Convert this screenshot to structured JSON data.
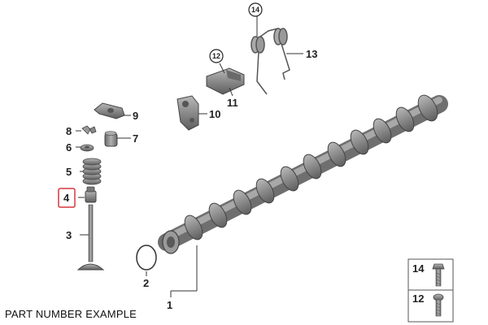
{
  "caption": "PART NUMBER EXAMPLE",
  "callouts": {
    "c1": "1",
    "c2": "2",
    "c3": "3",
    "c4": "4",
    "c5": "5",
    "c6": "6",
    "c7": "7",
    "c8": "8",
    "c9": "9",
    "c10": "10",
    "c11": "11",
    "c12": "12",
    "c13": "13",
    "c14": "14"
  },
  "legend": {
    "item14": "14",
    "item12": "12"
  },
  "colors": {
    "highlight": "#d9363e",
    "part_grey": "#8c8c8c",
    "line": "#333333"
  }
}
